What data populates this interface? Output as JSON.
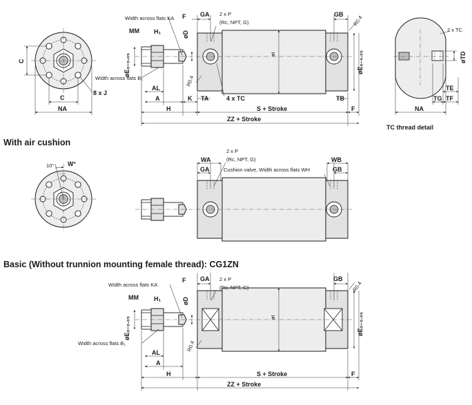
{
  "sections": {
    "air_cushion_title": "With air cushion",
    "basic_title": "Basic (Without trunnion mounting female thread): CG1ZN",
    "tc_detail_caption": "TC thread detail"
  },
  "labels": {
    "C": "C",
    "NA": "NA",
    "J": "8 x J",
    "MM": "MM",
    "H1": "H₁",
    "KA_full": "Width across flats KA",
    "B1_full": "Width across flats B₁",
    "D": "øD",
    "E": "øE₀₋₀.₀₅",
    "F": "F",
    "GA": "GA",
    "GB": "GB",
    "P": "2 x P",
    "P_note": "(Rc, NPT, G)",
    "R04": "R0.4",
    "TA": "TA",
    "TB": "TB",
    "TC4": "4 x TC",
    "TC2": "2 x TC",
    "TD": "øTD",
    "TE": "TE",
    "TG": "TG",
    "TF": "TF",
    "AL": "AL",
    "A": "A",
    "K": "K",
    "H": "H",
    "S": "S + Stroke",
    "ZZ": "ZZ + Stroke",
    "I": "øI",
    "WA": "WA",
    "WB": "WB",
    "cushion": "Cushion valve, Width across flats WH",
    "angle": "10°",
    "W": "W°"
  },
  "colors": {
    "line": "#1a1a1a",
    "body_fill": "#ededed",
    "hole_fill": "#bdbdbd"
  }
}
